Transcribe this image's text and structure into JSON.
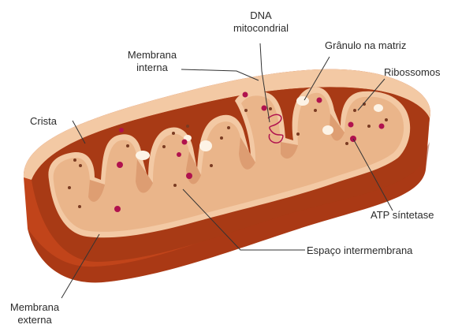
{
  "labels": {
    "dna_line1": "DNA",
    "dna_line2": "mitocondrial",
    "granulo": "Grânulo na matriz",
    "membrana_interna_line1": "Membrana",
    "membrana_interna_line2": "interna",
    "ribossomos": "Ribossomos",
    "crista": "Crista",
    "atp_sintetase": "ATP síntetase",
    "espaco_intermembrana": "Espaço intermembrana",
    "membrana_externa_line1": "Membrana",
    "membrana_externa_line2": "externa"
  },
  "colors": {
    "outer_membrane": "#c1441a",
    "outer_membrane_dark": "#8f2c0f",
    "intermembrane_space": "#a83a15",
    "inner_rim": "#f3c9a4",
    "matrix": "#eab58a",
    "matrix_dark": "#d89468",
    "granule": "#fdf3e6",
    "ribosome": "#7a3b22",
    "atp_synthase": "#b0124e",
    "dna": "#b0124e",
    "leader_line": "#333333"
  }
}
